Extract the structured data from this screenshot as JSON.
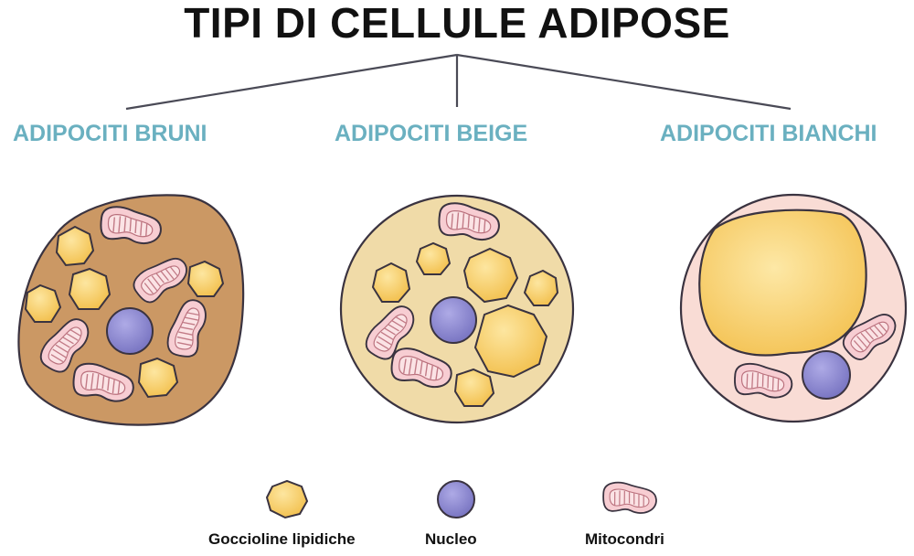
{
  "title": "TIPI DI CELLULE ADIPOSE",
  "cell_types": [
    {
      "label": "ADIPOCITI BRUNI",
      "fill": "#cd9a66"
    },
    {
      "label": "ADIPOCITI BEIGE",
      "fill": "#f1dcaa"
    },
    {
      "label": "ADIPOCITI BIANCHI",
      "fill": "#f9dcd6"
    }
  ],
  "legend": {
    "lipid_droplet": "Goccioline lipidiche",
    "nucleus": "Nucleo",
    "mitochondria": "Mitocondri"
  },
  "colors": {
    "label": "#6ab0c0",
    "lipid": "#f6c85a",
    "nucleus": "#8a86cc",
    "mitochondria": "#f5c6cb",
    "outline": "#3a3340"
  }
}
